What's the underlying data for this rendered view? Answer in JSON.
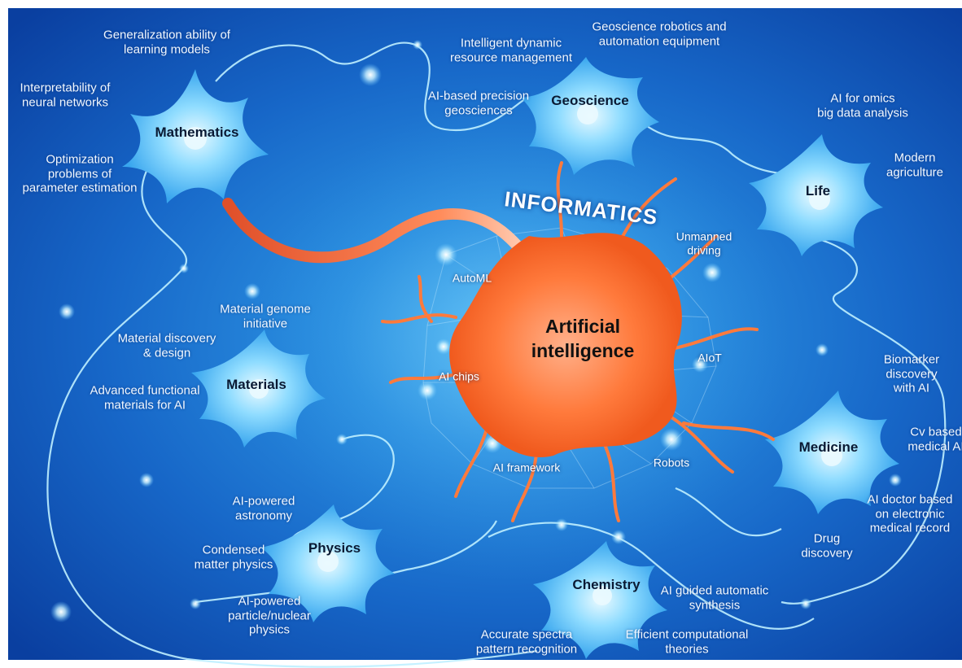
{
  "title": "INFORMATICS",
  "center": {
    "line1": "Artificial",
    "line2": "intelligence"
  },
  "inner_labels": {
    "automl": "AutoML",
    "unmanned": "Unmanned\ndriving",
    "aiot": "AIoT",
    "ai_chips": "AI chips",
    "robots": "Robots",
    "ai_framework": "AI framework"
  },
  "hubs": {
    "mathematics": "Mathematics",
    "geoscience": "Geoscience",
    "life": "Life",
    "materials": "Materials",
    "medicine": "Medicine",
    "physics": "Physics",
    "chemistry": "Chemistry"
  },
  "topics": {
    "math_generalization": "Generalization ability of\nlearning models",
    "math_interpretability": "Interpretability of\nneural networks",
    "math_optimization": "Optimization\nproblems of\nparameter estimation",
    "geo_dynamic": "Intelligent dynamic\nresource management",
    "geo_robotics": "Geoscience robotics and\nautomation equipment",
    "geo_precision": "AI-based precision\ngeosciences",
    "life_omics": "AI for omics\nbig data analysis",
    "life_agriculture": "Modern\nagriculture",
    "mat_genome": "Material genome\ninitiative",
    "mat_discovery": "Material discovery\n& design",
    "mat_functional": "Advanced functional\nmaterials for AI",
    "med_biomarker": "Biomarker\ndiscovery\nwith AI",
    "med_cv": "Cv based\nmedical AI",
    "med_doctor": "AI doctor based\non electronic\nmedical record",
    "med_drug": "Drug\ndiscovery",
    "phy_astronomy": "AI-powered\nastronomy",
    "phy_condensed": "Condensed\nmatter physics",
    "phy_particle": "AI-powered\nparticle/nuclear\nphysics",
    "chem_synthesis": "AI guided automatic\nsynthesis",
    "chem_spectra": "Accurate spectra\npattern recognition",
    "chem_computational": "Efficient computational\ntheories"
  },
  "colors": {
    "background_deep": "#0a3fa0",
    "background_light": "#2a8fe0",
    "neuron_fill": "#8fdcff",
    "neuron_core": "#eafaff",
    "ai_neuron": "#ff7a3c",
    "axon_line": "#bfefff"
  }
}
